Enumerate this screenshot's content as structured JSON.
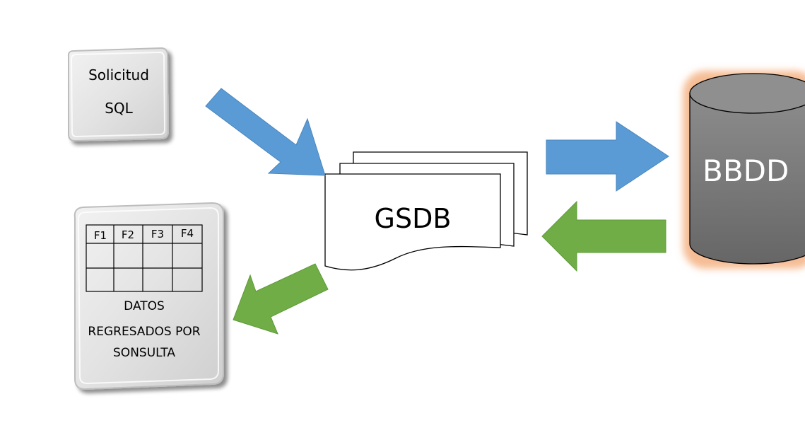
{
  "request_card": {
    "line1": "Solicitud",
    "line2": "SQL"
  },
  "result_card": {
    "columns": [
      "F1",
      "F2",
      "F3",
      "F4"
    ],
    "caption_line1": "DATOS",
    "caption_line2": "REGRESADOS POR",
    "caption_line3": "SONSULTA"
  },
  "gsdb": {
    "label": "GSDB"
  },
  "database": {
    "label": "BBDD"
  },
  "arrows": {
    "request_direction": "toward-gsdb",
    "query_direction": "toward-bbdd",
    "response_direction": "toward-gsdb",
    "result_direction": "toward-result-card"
  },
  "colors": {
    "request_arrow": "#5b9bd5",
    "response_arrow": "#70ad47",
    "database_fill": "#7f7f7f",
    "database_glow": "#f4b183",
    "card_fill": "#dcdcdc"
  }
}
